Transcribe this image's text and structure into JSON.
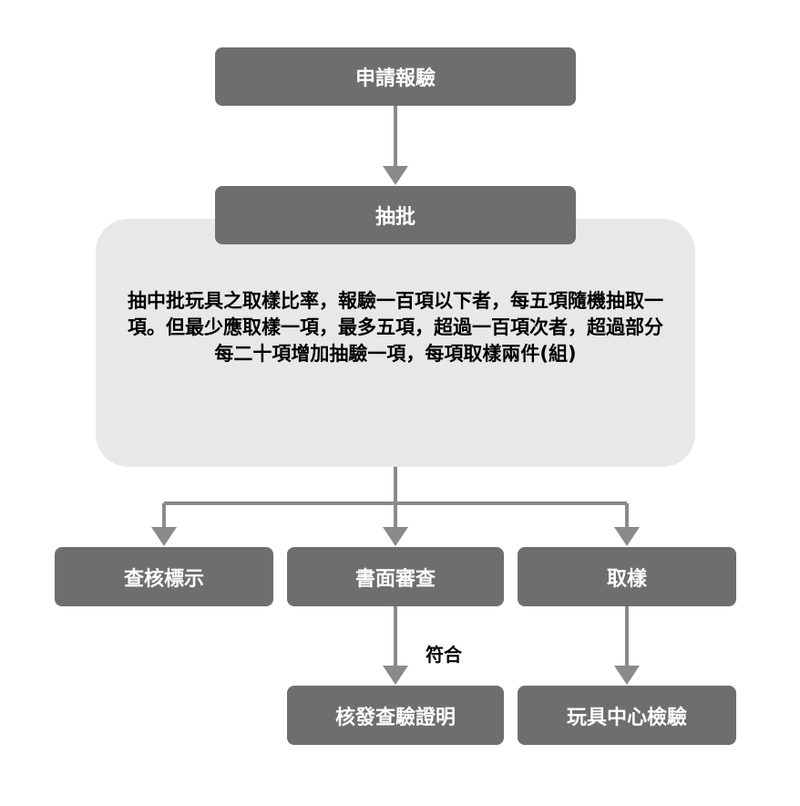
{
  "nodes": {
    "apply": "申請報驗",
    "batch": "抽批",
    "rule": "抽中批玩具之取樣比率，報驗一百項以下者，每五項隨機抽取一項。但最少應取樣一項，最多五項，超過一百項次者，超過部分每二十項增加抽驗一項，每項取樣兩件(組)",
    "check_label": "查核標示",
    "document_review": "書面審查",
    "sampling": "取樣",
    "issue_certificate": "核發查驗證明",
    "toy_center_test": "玩具中心檢驗"
  },
  "edges": {
    "conform_label": "符合"
  },
  "colors": {
    "box": "#6e6e6e",
    "panel": "#e8e8e8",
    "line": "#8a8a8a",
    "text_on_box": "#ffffff"
  }
}
